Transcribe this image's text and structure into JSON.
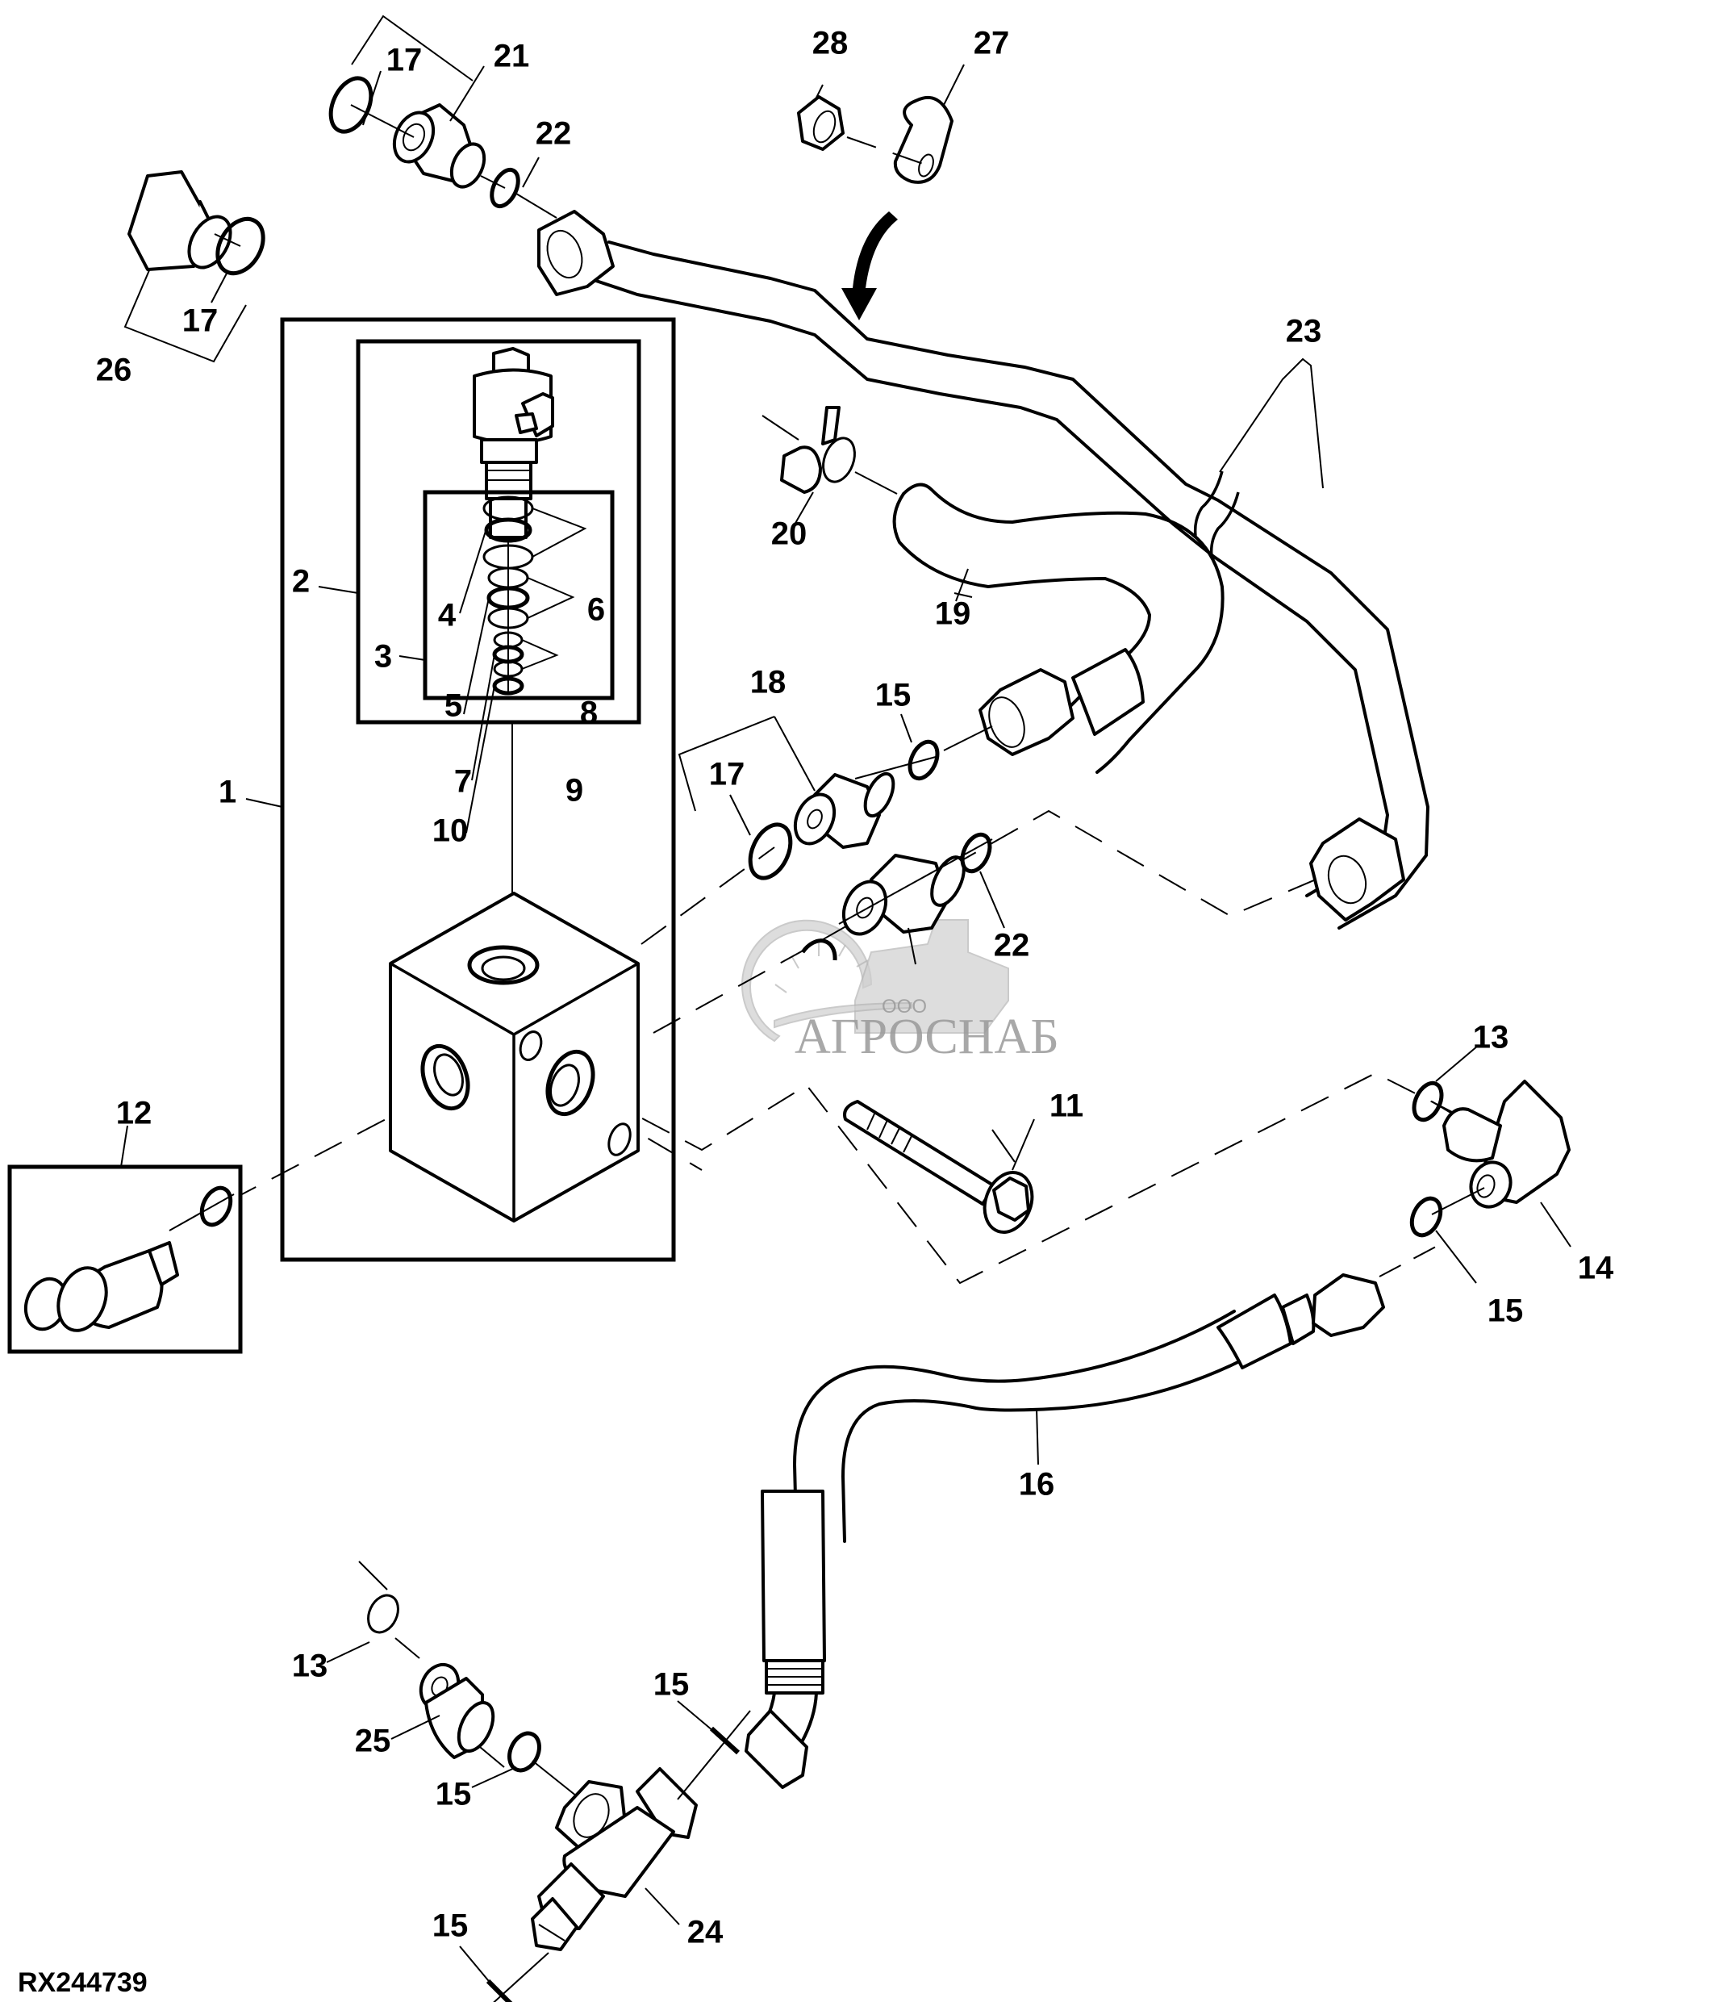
{
  "figure": {
    "id": "RX244739",
    "type": "exploded parts diagram",
    "subject": "Hydraulic valve block, hoses and fittings"
  },
  "watermark": {
    "prefix": "ООО",
    "name": "АГРОСНАБ"
  },
  "callouts": {
    "c1": "1",
    "c2": "2",
    "c3": "3",
    "c4": "4",
    "c5": "5",
    "c6": "6",
    "c7": "7",
    "c8": "8",
    "c9": "9",
    "c10": "10",
    "c11": "11",
    "c12": "12",
    "c13_right": "13",
    "c13_bottom": "13",
    "c14": "14",
    "c15_mid": "15",
    "c15_right": "15",
    "c15_bottom_left": "15",
    "c15_bottom_mid": "15",
    "c15_bottom": "15",
    "c16": "16",
    "c17_top": "17",
    "c17_left": "17",
    "c17_mid": "17",
    "c18": "18",
    "c19": "19",
    "c20": "20",
    "c21": "21",
    "c22_top": "22",
    "c22_mid": "22",
    "c23": "23",
    "c24": "24",
    "c25": "25",
    "c26": "26",
    "c27": "27",
    "c28": "28"
  }
}
